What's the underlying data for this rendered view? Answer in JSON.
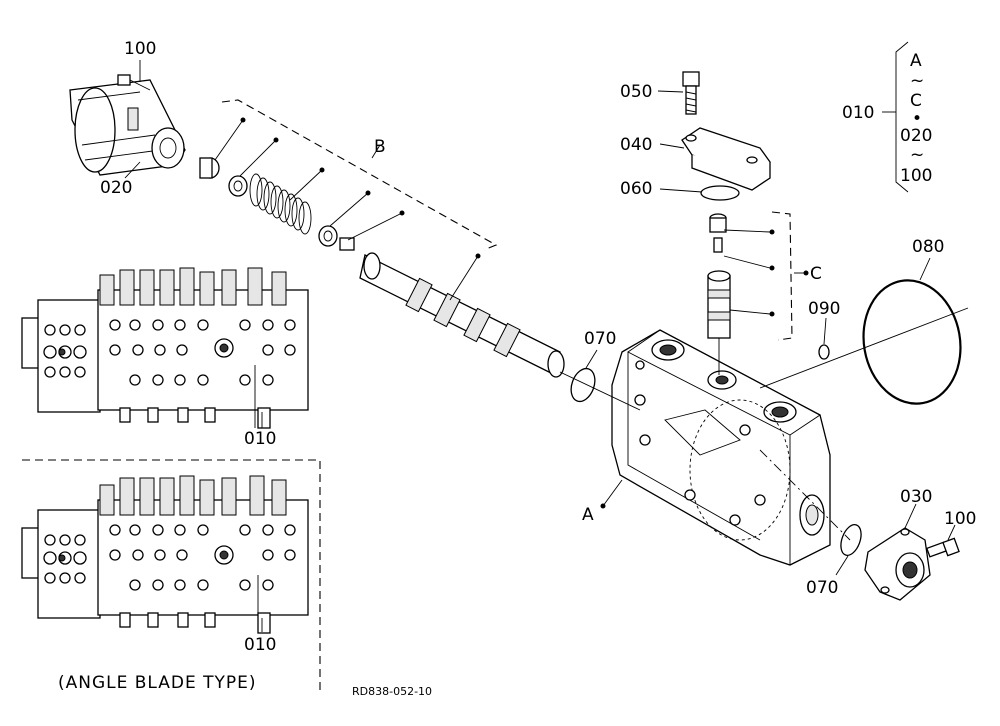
{
  "labels": {
    "p100_top": "100",
    "p020_left": "020",
    "pB": "B",
    "p050": "050",
    "p040": "040",
    "p060": "060",
    "pC": "C",
    "p010_bracket": "010",
    "br_A": "A",
    "br_tilde1": "~",
    "br_C": "C",
    "br_dot": "•",
    "br_020": "020",
    "br_tilde2": "~",
    "br_100": "100",
    "p080": "080",
    "p090": "090",
    "p070_upper": "070",
    "pA": "A",
    "p070_lower": "070",
    "p030": "030",
    "p100_right": "100",
    "p010_valve1": "010",
    "p010_valve2": "010",
    "angle_blade": "(ANGLE BLADE TYPE)",
    "drawing_code": "RD838-052-10"
  }
}
